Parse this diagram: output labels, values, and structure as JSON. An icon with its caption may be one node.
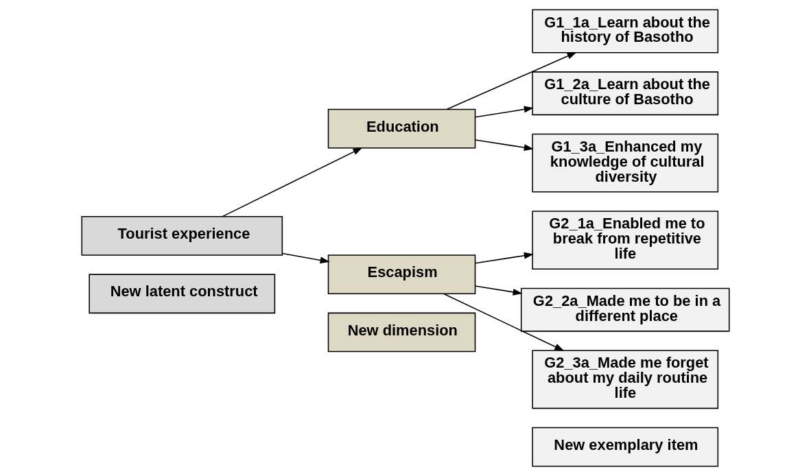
{
  "diagram": {
    "nodes": [
      {
        "text": [
          "New latent construct"
        ]
      },
      {
        "text": [
          "New dimension"
        ]
      },
      {
        "text": [
          "New exemplary item"
        ]
      },
      {
        "text": [
          "Tourist experience"
        ]
      },
      {
        "text": [
          "Education"
        ]
      },
      {
        "text": [
          "Escapism"
        ]
      },
      {
        "text": [
          "G1_1a_Learn about the history of Basotho"
        ]
      },
      {
        "text": [
          "G1_2a_Learn about the culture of Basotho"
        ]
      },
      {
        "text": [
          "G1_3a_Enhanced my knowledge of cultural diversity"
        ]
      },
      {
        "text": [
          "G2_1a_Enabled me to break from repetitive life"
        ]
      },
      {
        "text": [
          "G2_2a_Made me to be in a different place"
        ]
      },
      {
        "text": [
          "G2_3a_Made me forget about my daily routine life"
        ]
      }
    ],
    "edges": [
      {
        "from": 3,
        "to": 4,
        "arrow": "to"
      },
      {
        "from": 3,
        "to": 5,
        "arrow": "to"
      },
      {
        "from": 4,
        "to": 6,
        "arrow": "to"
      },
      {
        "from": 4,
        "to": 7,
        "arrow": "to"
      },
      {
        "from": 4,
        "to": 8,
        "arrow": "to"
      },
      {
        "from": 5,
        "to": 9,
        "arrow": "to"
      },
      {
        "from": 5,
        "to": 10,
        "arrow": "to"
      },
      {
        "from": 5,
        "to": 11,
        "arrow": "to"
      }
    ]
  }
}
